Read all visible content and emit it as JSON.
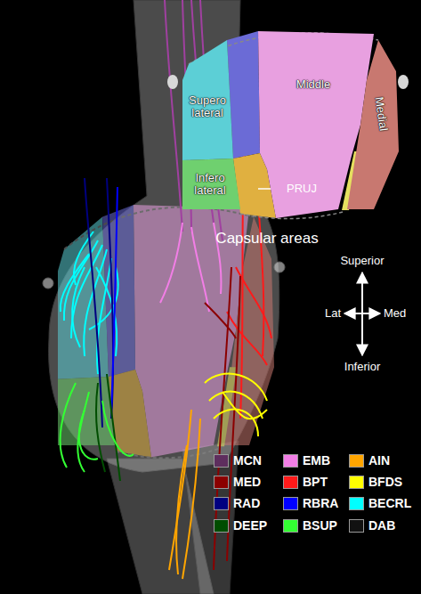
{
  "diagram": {
    "nodes": [
      {
        "text": [
          "Middle"
        ]
      },
      {
        "text": [
          "Supero lateral"
        ]
      },
      {
        "text": [
          "Medial"
        ]
      },
      {
        "text": [
          "Infero lateral"
        ]
      }
    ],
    "labels": [
      "PRUJ",
      "Capsular areas",
      "Superior",
      "Lat",
      "Med",
      "Inferior"
    ],
    "legend": [
      {
        "text": "MCN",
        "color": "#5e2e5e"
      },
      {
        "text": "EMB",
        "color": "#f27ee6"
      },
      {
        "text": "AIN",
        "color": "#ffa500"
      },
      {
        "text": "MED",
        "color": "#8b0000"
      },
      {
        "text": "BPT",
        "color": "#ff1a1a"
      },
      {
        "text": "BFDS",
        "color": "#ffff00"
      },
      {
        "text": "RAD",
        "color": "#000080"
      },
      {
        "text": "RBRA",
        "color": "#0000ff"
      },
      {
        "text": "BECRL",
        "color": "#00ffff"
      },
      {
        "text": "DEEP",
        "color": "#004d00"
      },
      {
        "text": "BSUP",
        "color": "#33ff33"
      },
      {
        "text": "DAB",
        "color": "#111111"
      }
    ]
  }
}
